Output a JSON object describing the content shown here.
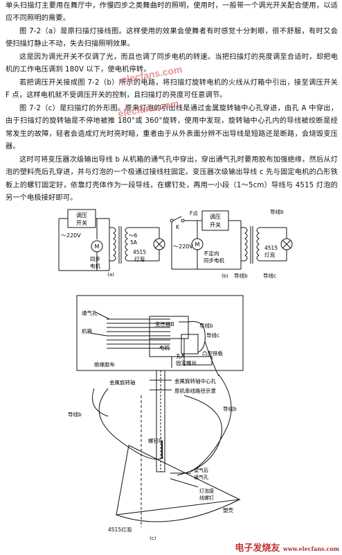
{
  "paragraphs": {
    "p1": "单头扫描灯主要用在舞厅中，作慢四步之类舞曲时的照明，使用时，一般带一个调光开关配合使用，以适应不同照明的需要。",
    "p2": "图 7-2（a）是原扫描灯接线图。这样使用的效果会使舞者有时感觉十分刺眼，很不舒服，有时又会使扫描灯静止不动，失去扫描照明效果。",
    "p3": "这是因为调光开关不仅调了光，而且也调了同步电机的转速。当把扫描灯的亮度调至合适时，却把电机的工作电压调到 180V 以下，使电机停转。",
    "p4": "若把调压开关接成图 7-2（b）所示的电路，将扫描灯旋转电机的火线从灯箱中引出，接至调压开关 F 点，这样电机就不受调压开关的控制，且扫描灯的亮度可任意调节。",
    "p5": "图 7-2（c）是扫描灯的外形图。原来灯泡的引出线是通过金属旋转轴中心孔穿进，由孔 A 中穿出，由于扫描灯的旋转轴是不停地被推 180°或 360°旋转，使用中发现，旋转轴中心孔内的导线被绞断是经常发生的故障，轻者会造成灯光时亮时暗，重者由于从外表面分辨不出导线是短路还是断路，会烧毁变压器。",
    "p6": "这时可将变压器次级输出导线 b 从机箱的通气孔中穿出，穿出通气孔时要用胶布加强绝缘，然后从灯泡的塑料壳后孔穿进，并与灯泡的一个极通过接线柱固定。变压器次级输出导线 c 先与固定电机的凸形铁板上的螺钉固定好，依靠灯壳体作为一段导线，在螺钉处，再用一小段（1～5cm）导线与 4515 灯泡的另一个电极接好即可。"
  },
  "diagram_a": {
    "switch": "调压\n开关",
    "voltage": "～220V",
    "motor_symbol": "M",
    "motor_label": "同步\n电机",
    "transformer_out": "～6\n5A",
    "lamp": "4515\n灯泡",
    "caption": "(a)"
  },
  "diagram_b": {
    "k_label": "K",
    "f_point": "F点",
    "switch": "调压\n开关",
    "voltage": "～220V",
    "motor_symbol": "M",
    "motor_label": "不定向\n同步电机",
    "wire_b": "导线b",
    "lamp": "4515\n灯泡",
    "wire_b2": "导线b",
    "wire_c": "导线c",
    "caption": "(b)"
  },
  "diagram_c": {
    "vent": "通气孔",
    "box": "机箱",
    "transformer": "变压器B",
    "motor": "电机",
    "wire_c": "导线c",
    "wire_b_top": "导线b",
    "convex_plate": "凸型铁板",
    "hole_a": "孔A",
    "fix_screw": "固定螺丝",
    "tape": "绝缘胶布",
    "shaft": "金属旋转轴",
    "shaft_hole": "金属旋转轴中心孔",
    "orig_path": "原机串线路径示意",
    "wire_b_left": "导线b",
    "wire_b_right": "导线b",
    "screw_c": "螺钉C",
    "plastic_vent": "塑气后\n通气孔",
    "lamp_terminal": "灯泡接\n线螺钉",
    "shell": "塑壳",
    "lamp": "4515灯泡",
    "caption": "(c)"
  },
  "watermark": "elecfans.com",
  "logo": {
    "text": "电子发烧友",
    "url": "www.elecfans.com"
  }
}
